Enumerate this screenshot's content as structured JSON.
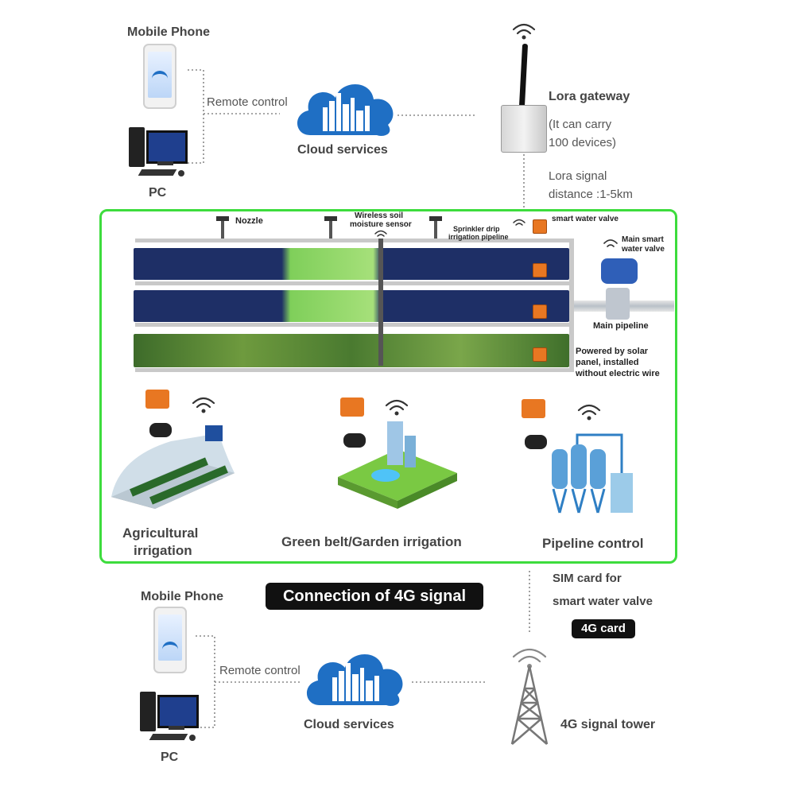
{
  "lora_section": {
    "mobile_phone_label": "Mobile Phone",
    "pc_label": "PC",
    "remote_control_label": "Remote control",
    "cloud_label": "Cloud services",
    "gateway_title": "Lora gateway",
    "gateway_capacity_line1": "(It can carry",
    "gateway_capacity_line2": "100 devices)",
    "signal_line1": "Lora signal",
    "signal_line2": "distance :1-5km"
  },
  "field_section": {
    "nozzle_label": "Nozzle",
    "sensor_label_line1": "Wireless soil",
    "sensor_label_line2": "moisture sensor",
    "pipeline_label_line1": "Sprinkler drip",
    "pipeline_label_line2": "irrigation pipeline",
    "smart_valve_label": "smart water valve",
    "main_valve_line1": "Main smart",
    "main_valve_line2": "water valve",
    "main_pipeline_label": "Main pipeline",
    "solar_line1": "Powered by solar",
    "solar_line2": "panel, installed",
    "solar_line3": "without electric wire",
    "applications": [
      {
        "line1": "Agricultural",
        "line2": "irrigation"
      },
      {
        "line1": "Green belt/Garden irrigation",
        "line2": ""
      },
      {
        "line1": "Pipeline control",
        "line2": ""
      }
    ],
    "border_color": "#3ddc3d"
  },
  "g4_section": {
    "title": "Connection of 4G signal",
    "sim_line1": "SIM card for",
    "sim_line2": "smart water valve",
    "card_label": "4G card",
    "mobile_phone_label": "Mobile Phone",
    "pc_label": "PC",
    "remote_control_label": "Remote control",
    "cloud_label": "Cloud services",
    "tower_label": "4G signal tower"
  },
  "colors": {
    "cloud": "#1f6fc4",
    "valve_orange": "#e87722",
    "panel_blue": "#1f4f9e"
  },
  "icons": [
    "phone-icon",
    "pc-icon",
    "cloud-icon",
    "gateway-icon",
    "wifi-icon",
    "nozzle-icon",
    "valve-icon",
    "greenhouse-icon",
    "garden-icon",
    "silo-icon",
    "tower-icon"
  ]
}
